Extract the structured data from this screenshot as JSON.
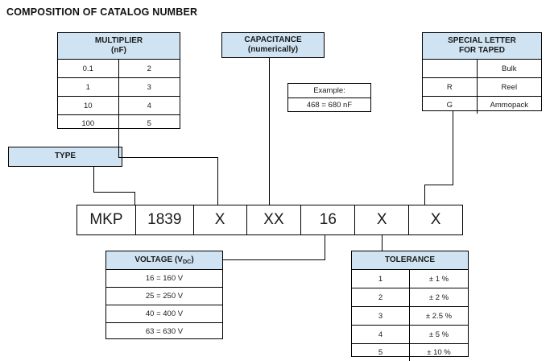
{
  "title": "COMPOSITION OF CATALOG NUMBER",
  "multiplier_table": {
    "header_line1": "MULTIPLIER",
    "header_line2": "(nF)",
    "rows": [
      {
        "value": "0.1",
        "code": "2"
      },
      {
        "value": "1",
        "code": "3"
      },
      {
        "value": "10",
        "code": "4"
      },
      {
        "value": "100",
        "code": "5"
      }
    ]
  },
  "capacitance_box": {
    "header_line1": "CAPACITANCE",
    "header_line2": "(numerically)"
  },
  "example_box": {
    "label": "Example:",
    "value": "468 = 680 nF"
  },
  "special_letter_table": {
    "header_line1": "SPECIAL LETTER",
    "header_line2": "FOR TAPED",
    "rows": [
      {
        "code": "",
        "meaning": "Bulk"
      },
      {
        "code": "R",
        "meaning": "Reel"
      },
      {
        "code": "G",
        "meaning": "Ammopack"
      }
    ]
  },
  "type_box": {
    "label": "TYPE"
  },
  "catalog_number": {
    "cells": [
      {
        "text": "MKP"
      },
      {
        "text": "1839"
      },
      {
        "text": "X"
      },
      {
        "text": "XX"
      },
      {
        "text": "16"
      },
      {
        "text": "X"
      },
      {
        "text": "X"
      }
    ]
  },
  "voltage_table": {
    "header_prefix": "VOLTAGE (V",
    "header_sub": "DC",
    "header_suffix": ")",
    "rows": [
      {
        "text": "16 = 160 V"
      },
      {
        "text": "25 = 250 V"
      },
      {
        "text": "40 = 400 V"
      },
      {
        "text": "63 = 630 V"
      }
    ]
  },
  "tolerance_table": {
    "header": "TOLERANCE",
    "rows": [
      {
        "code": "1",
        "value": "± 1 %"
      },
      {
        "code": "2",
        "value": "± 2 %"
      },
      {
        "code": "3",
        "value": "± 2.5 %"
      },
      {
        "code": "4",
        "value": "± 5 %"
      },
      {
        "code": "5",
        "value": "± 10 %"
      }
    ]
  },
  "colors": {
    "header_blue": "#cfe3f2",
    "line": "#000000",
    "background": "#ffffff",
    "text": "#1a1a1a"
  }
}
